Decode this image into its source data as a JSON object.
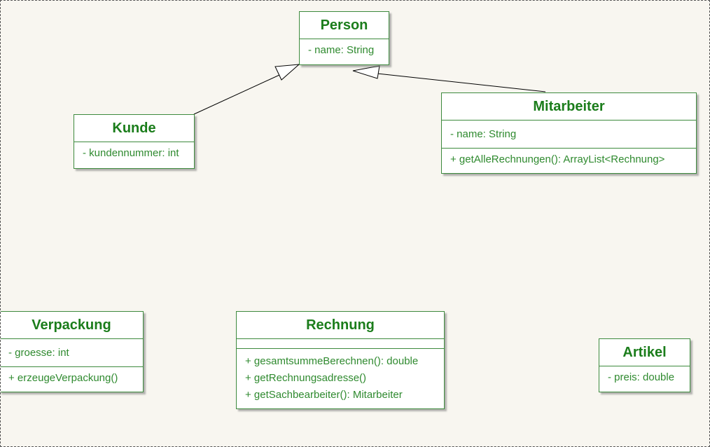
{
  "colors": {
    "canvas_background": "#f8f6f0",
    "class_border": "#3d8a3d",
    "class_text": "#1b7d1b",
    "member_text": "#2f8a2f",
    "connector": "#000000"
  },
  "classes": {
    "person": {
      "name": "Person",
      "attributes": [
        "- name: String"
      ],
      "operations": []
    },
    "kunde": {
      "name": "Kunde",
      "attributes": [
        "- kundennummer: int"
      ],
      "operations": []
    },
    "mitarbeiter": {
      "name": "Mitarbeiter",
      "attributes": [
        "- name: String"
      ],
      "operations": [
        "+  getAlleRechnungen(): ArrayList<Rechnung>"
      ]
    },
    "verpackung": {
      "name": "Verpackung",
      "attributes": [
        "- groesse: int"
      ],
      "operations": [
        "+  erzeugeVerpackung()"
      ]
    },
    "rechnung": {
      "name": "Rechnung",
      "attributes": [],
      "operations": [
        "+  gesamtsummeBerechnen(): double",
        "+  getRechnungsadresse()",
        "+  getSachbearbeiter(): Mitarbeiter"
      ]
    },
    "artikel": {
      "name": "Artikel",
      "attributes": [
        "- preis: double"
      ],
      "operations": []
    }
  },
  "relations": [
    {
      "type": "generalization",
      "from": "kunde",
      "to": "person"
    },
    {
      "type": "generalization",
      "from": "mitarbeiter",
      "to": "person"
    }
  ]
}
